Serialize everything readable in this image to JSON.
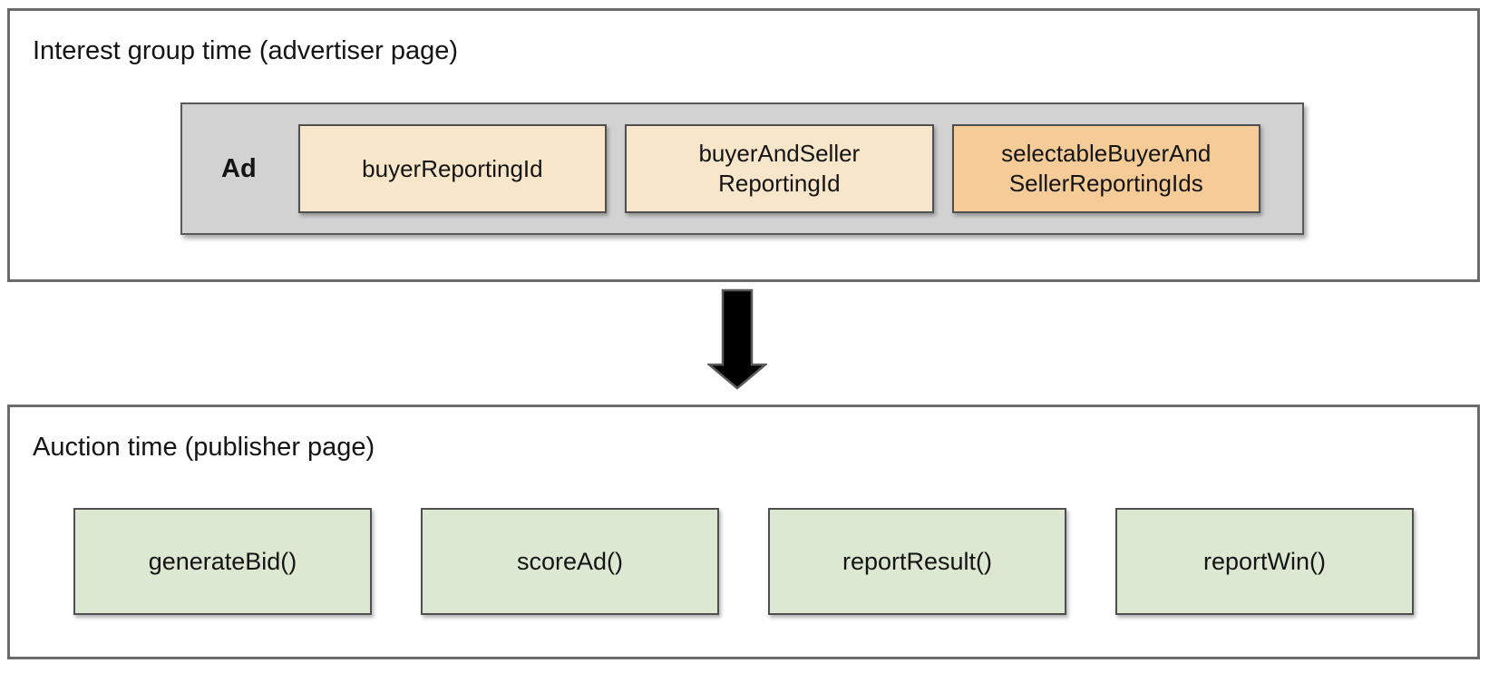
{
  "interest_group": {
    "title": "Interest group time (advertiser page)",
    "ad_label": "Ad",
    "ad_container_color": "#d2d2d2",
    "id_boxes": [
      {
        "label": "buyerReportingId",
        "color": "#f8e6cb"
      },
      {
        "label": "buyerAndSeller\nReportingId",
        "color": "#f8e6cb"
      },
      {
        "label": "selectableBuyerAnd\nSellerReportingIds",
        "color": "#f5cb97"
      }
    ]
  },
  "arrow": {
    "icon": "down-arrow-icon",
    "fill_color": "#000000",
    "outline_color": "#595959"
  },
  "auction": {
    "title": "Auction time (publisher page)",
    "function_box_color": "#dde8d2",
    "functions": [
      "generateBid()",
      "scoreAd()",
      "reportResult()",
      "reportWin()"
    ]
  }
}
